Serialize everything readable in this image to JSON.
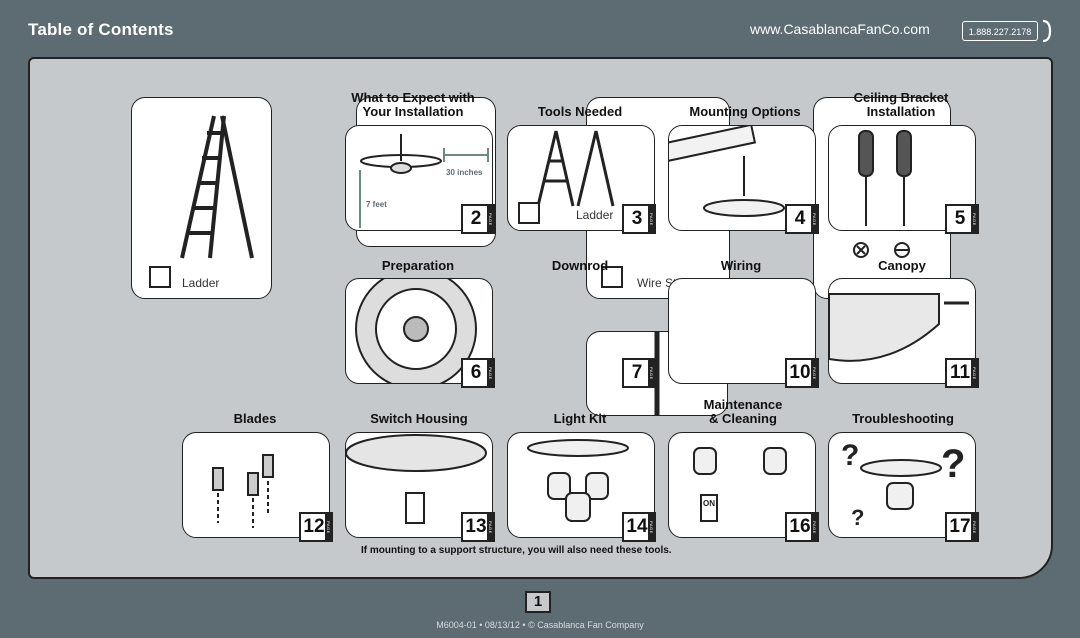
{
  "header": {
    "title": "Table of Contents",
    "url": "www.CasablancaFanCo.com",
    "phone": "1.888.227.2178"
  },
  "sections": [
    {
      "title": "What to Expect with\nYour Installation",
      "page": "2"
    },
    {
      "title": "Tools Needed",
      "page": "3"
    },
    {
      "title": "Mounting Options",
      "page": "4"
    },
    {
      "title": "Ceiling Bracket\nInstallation",
      "page": "5"
    },
    {
      "title": "Preparation",
      "page": "6"
    },
    {
      "title": "Downrod",
      "page": "7"
    },
    {
      "title": "Wiring",
      "page": "10"
    },
    {
      "title": "Canopy",
      "page": "11"
    },
    {
      "title": "Blades",
      "page": "12"
    },
    {
      "title": "Switch Housing",
      "page": "13"
    },
    {
      "title": "Light Kit",
      "page": "14"
    },
    {
      "title": "Maintenance\n& Cleaning",
      "page": "16"
    },
    {
      "title": "Troubleshooting",
      "page": "17"
    }
  ],
  "page_tag": "PAGE",
  "tools": {
    "ladder": "Ladder",
    "ladder_small": "Ladder",
    "wire_strippers": "Wire Strippers"
  },
  "dimensions": {
    "width": "30 inches",
    "height": "7 feet"
  },
  "switch_on": "ON",
  "note": "If mounting to a support structure, you will also need these tools.",
  "page_number": "1",
  "footer": "M6004-01 • 08/13/12 • © Casablanca Fan Company"
}
